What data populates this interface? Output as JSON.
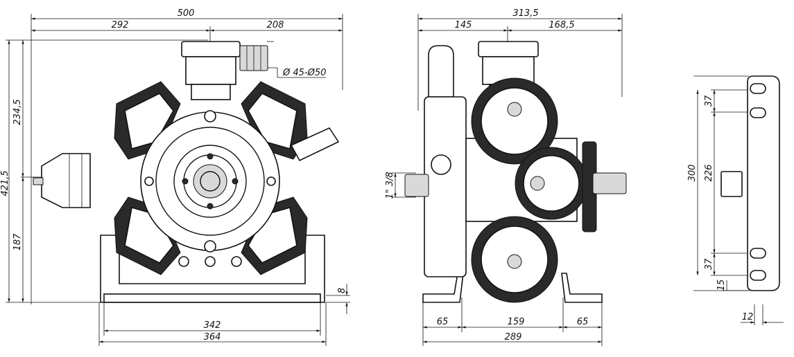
{
  "front_view": {
    "dim_overall_width": "500",
    "dim_left_part": "292",
    "dim_right_part": "208",
    "dim_total_height": "421,5",
    "dim_upper_height": "234,5",
    "dim_lower_height": "187",
    "dim_foot_thickness": "8",
    "dim_base_inner": "342",
    "dim_base_outer": "364",
    "inlet_diameter": "Ø 45-Ø50"
  },
  "side_view": {
    "dim_overall_width": "313,5",
    "dim_left_part": "145",
    "dim_right_part": "168,5",
    "dim_port_thread": "1\" 3/8",
    "dim_foot_left": "65",
    "dim_foot_center": "159",
    "dim_foot_right": "65",
    "dim_foot_overall": "289"
  },
  "bracket_view": {
    "dim_height": "300",
    "dim_slot_spacing": "226",
    "dim_slot_top": "37",
    "dim_slot_bottom": "37",
    "dim_plate_thickness": "15",
    "dim_foot_thickness": "12"
  }
}
